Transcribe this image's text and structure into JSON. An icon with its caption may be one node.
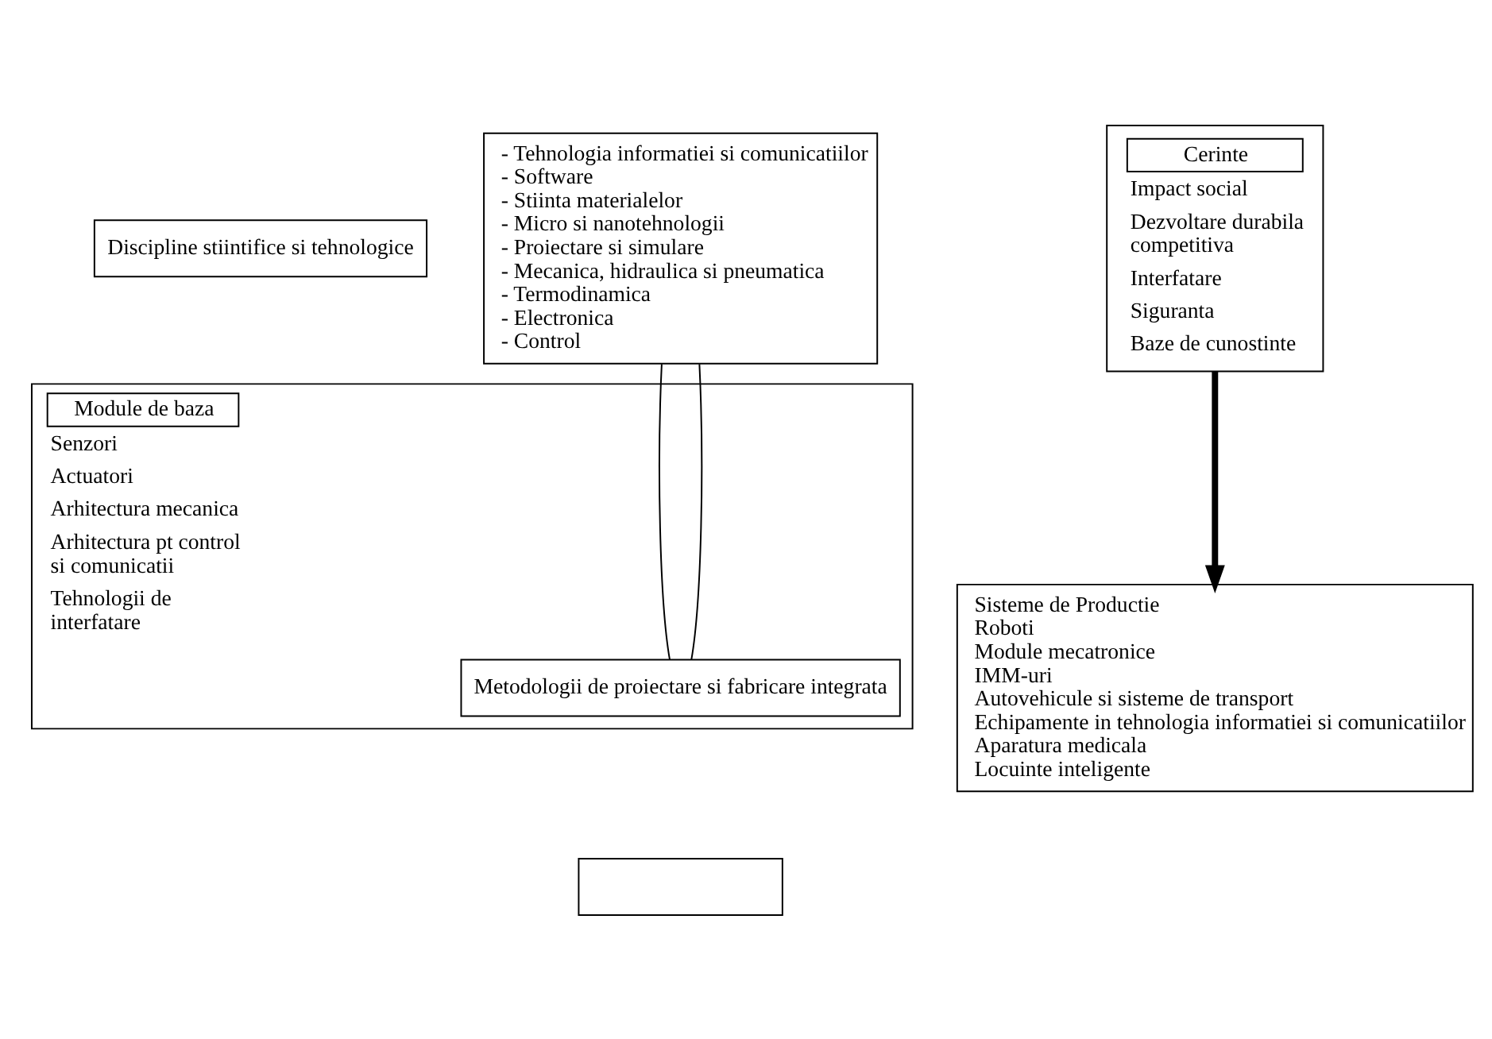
{
  "diagram": {
    "nodes": [
      {
        "text": [
          "Discipline stiintifice si tehnologice"
        ]
      },
      {
        "text": [
          "- Tehnologia informatiei si comunicatiilor",
          "- Software",
          "- Stiinta materialelor",
          "- Micro si nanotehnologii",
          "- Proiectare si simulare",
          "- Mecanica, hidraulica si pneumatica",
          "- Termodinamica",
          "- Electronica",
          "- Control"
        ]
      },
      {
        "text": [
          "Cerinte",
          "Impact social",
          "Dezvoltare durabila competitiva",
          "Interfatare",
          "Siguranta",
          "Baze de cunostinte"
        ]
      },
      {
        "text": [
          "Module de baza",
          "Senzori",
          "Actuatori",
          "Arhitectura mecanica",
          "Arhitectura pt control si comunicatii",
          "Tehnologii de interfatare"
        ]
      },
      {
        "text": [
          "Metodologii de proiectare si fabricare integrata"
        ],
        "in": 3
      },
      {
        "text": [],
        "shape": "box"
      },
      {
        "text": [
          "Sisteme de Productie",
          "Roboti",
          "Module mecatronice",
          "IMM-uri",
          "Autovehicule si sisteme de transport",
          "Echipamente in tehnologia informatiei si comunicatiilor",
          "Aparatura medicala",
          "Locuinte inteligente"
        ]
      }
    ],
    "edges": [
      {
        "from": 1,
        "to": 4,
        "arrow": "none"
      },
      {
        "from": 1,
        "to": 4,
        "arrow": "none"
      },
      {
        "from": 2,
        "to": 6,
        "arrow": "to",
        "style": "thick"
      }
    ]
  }
}
